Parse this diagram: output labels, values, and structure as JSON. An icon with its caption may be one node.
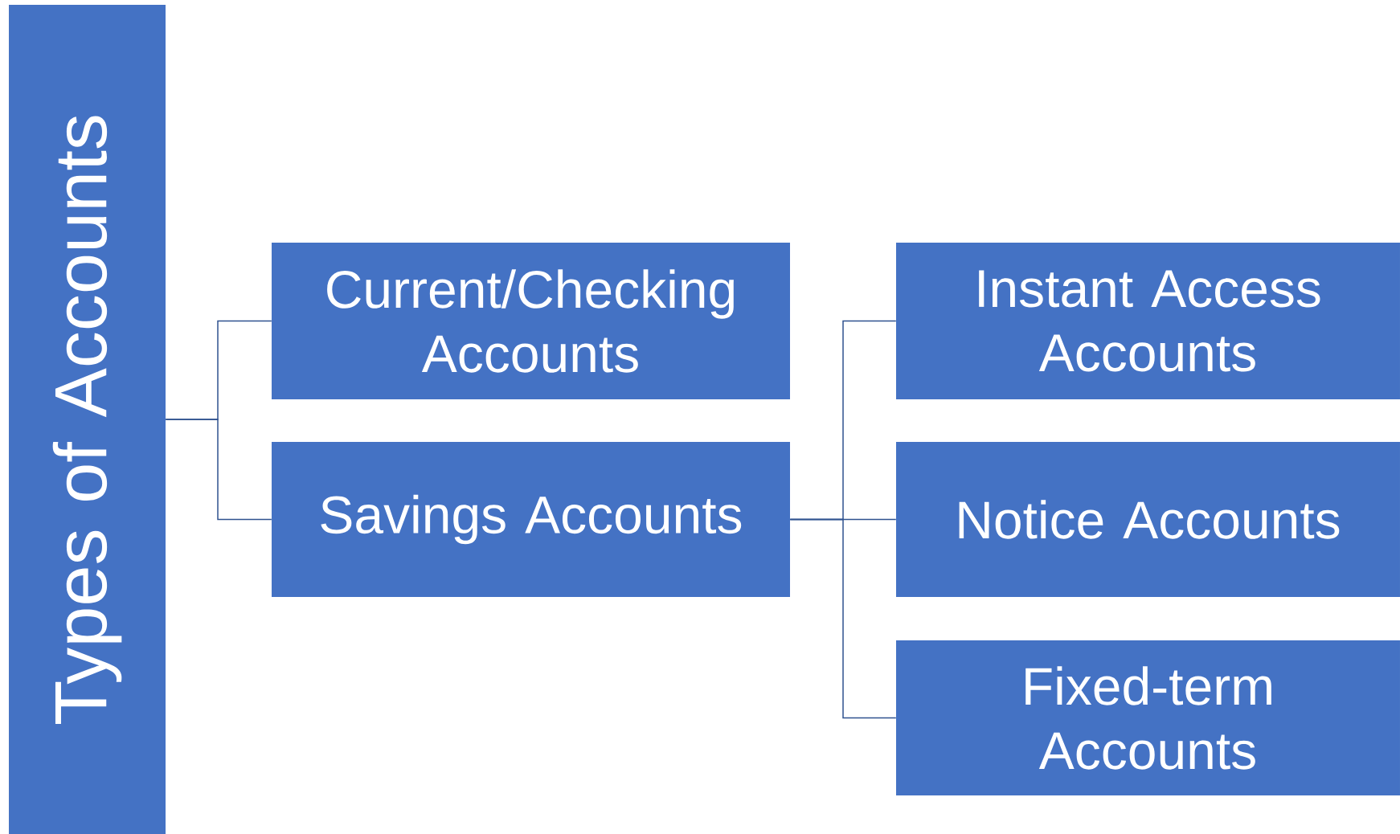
{
  "diagram": {
    "nodes": [
      {
        "text": [
          "Types of Accounts"
        ]
      },
      {
        "text": [
          "Current/Checking Accounts"
        ]
      },
      {
        "text": [
          "Savings Accounts"
        ]
      },
      {
        "text": [
          "Instant Access Accounts"
        ]
      },
      {
        "text": [
          "Notice Accounts"
        ]
      },
      {
        "text": [
          "Fixed-term Accounts"
        ]
      }
    ],
    "edges": [
      {
        "from": 0,
        "to": 1,
        "arrow": "none"
      },
      {
        "from": 0,
        "to": 2,
        "arrow": "none"
      },
      {
        "from": 2,
        "to": 3,
        "arrow": "none"
      },
      {
        "from": 2,
        "to": 4,
        "arrow": "none"
      },
      {
        "from": 2,
        "to": 5,
        "arrow": "none"
      }
    ]
  }
}
